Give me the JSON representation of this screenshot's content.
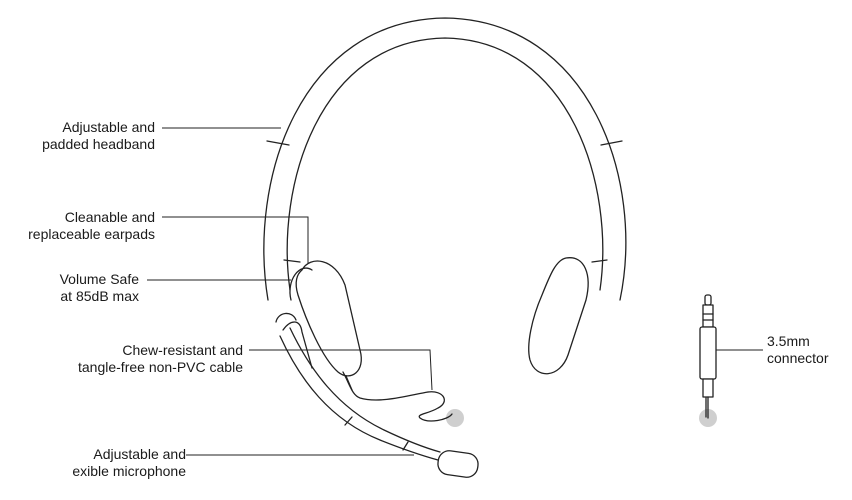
{
  "callouts": {
    "headband": {
      "line1": "Adjustable and",
      "line2": "padded headband"
    },
    "earpads": {
      "line1": "Cleanable and",
      "line2": "replaceable earpads"
    },
    "volume": {
      "line1": "Volume Safe",
      "line2": "at 85dB max"
    },
    "cable": {
      "line1": "Chew-resistant and",
      "line2": "tangle-free non-PVC cable"
    },
    "microphone": {
      "line1": "Adjustable and",
      "line2": "exible microphone"
    },
    "connector": {
      "line1": "3.5mm",
      "line2": "connector"
    }
  },
  "colors": {
    "stroke": "#222222",
    "shadow": "#cfcfcf",
    "text": "#1a1a1a",
    "background": "#ffffff"
  }
}
